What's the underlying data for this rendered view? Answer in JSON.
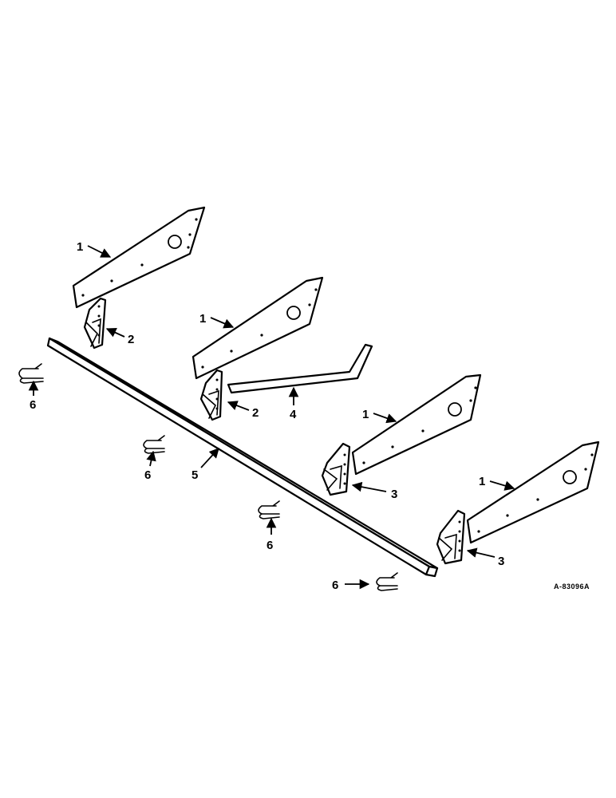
{
  "figure_id": "A-83096A",
  "callouts": {
    "c1a": "1",
    "c1b": "1",
    "c1c": "1",
    "c1d": "1",
    "c2a": "2",
    "c2b": "2",
    "c3a": "3",
    "c3b": "3",
    "c4": "4",
    "c5": "5",
    "c6a": "6",
    "c6b": "6",
    "c6c": "6",
    "c6d": "6"
  }
}
